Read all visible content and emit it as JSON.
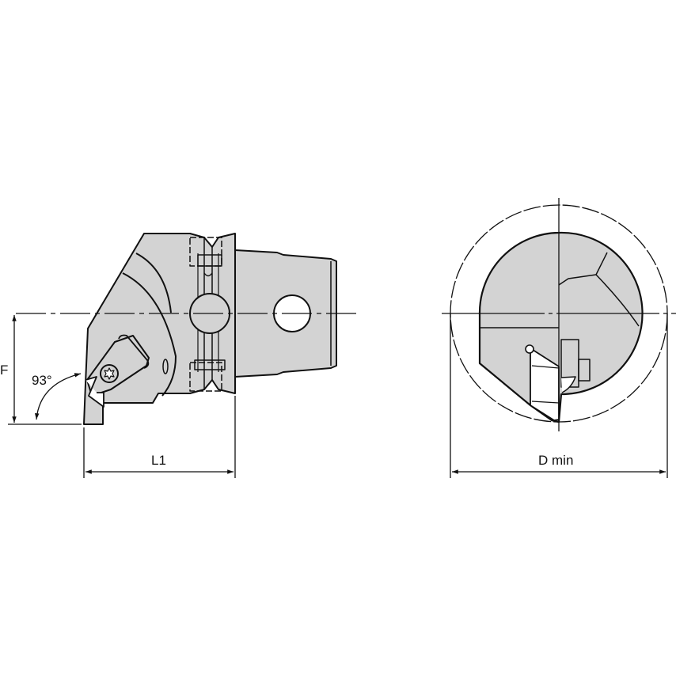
{
  "drawing": {
    "type": "technical-drawing",
    "subject": "boring bar / tool holder side and end views",
    "colors": {
      "fill": "#d3d3d3",
      "line": "#111111",
      "background": "#ffffff"
    }
  },
  "side_view": {
    "dimensions": {
      "F": "F",
      "L1": "L1",
      "angle": "93°"
    }
  },
  "end_view": {
    "dimensions": {
      "D_min": "D min"
    }
  }
}
